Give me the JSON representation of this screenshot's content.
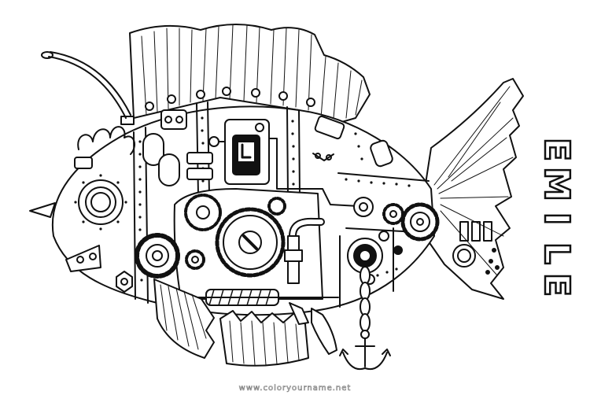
{
  "artwork": {
    "subject": "steampunk mechanical fish coloring page",
    "icon": "steampunk-fish-illustration",
    "line_color": "#111111",
    "paper_color": "#ffffff"
  },
  "name_letters": [
    "E",
    "M",
    "I",
    "L",
    "E"
  ],
  "watermark": "www.coloryourname.net"
}
